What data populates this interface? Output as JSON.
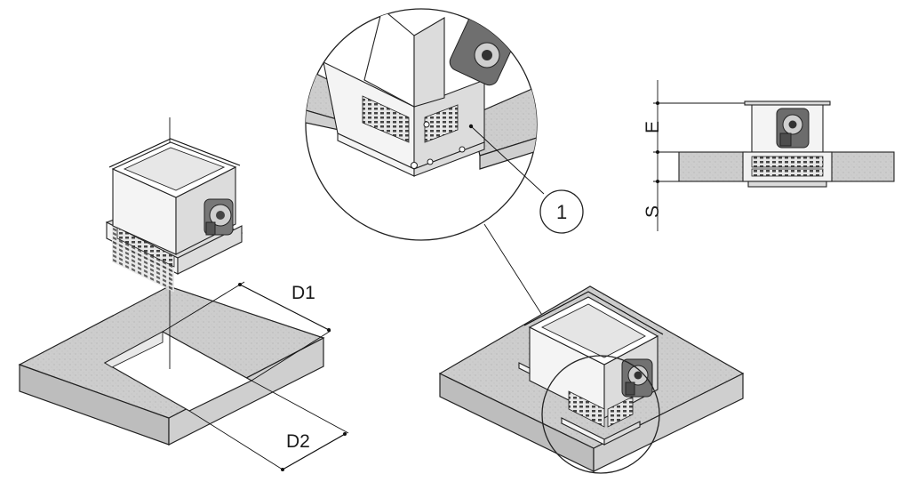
{
  "labels": {
    "d1": "D1",
    "d2": "D2",
    "e": "E",
    "s": "S",
    "callout": "1"
  },
  "colors": {
    "concrete": "#c9c9c9",
    "outline": "#222222"
  }
}
